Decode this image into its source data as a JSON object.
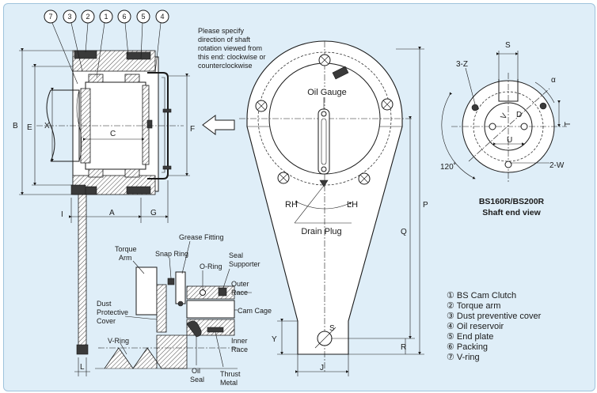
{
  "note": {
    "lines": [
      "Please specify",
      "direction of shaft",
      "rotation viewed from",
      "this end: clockwise or",
      "counterclockwise"
    ]
  },
  "balloons": [
    "7",
    "3",
    "2",
    "1",
    "6",
    "5",
    "4"
  ],
  "dimensions": {
    "left": [
      "B",
      "E",
      "X",
      "C",
      "F",
      "I",
      "A",
      "G",
      "L"
    ],
    "front": [
      "P",
      "Q",
      "R",
      "Y",
      "S",
      "J"
    ],
    "shaft": [
      "S",
      "3-Z",
      "α",
      "V",
      "D",
      "T",
      "U",
      "120˚",
      "2-W"
    ]
  },
  "front_labels": {
    "oil_gauge": "Oil Gauge",
    "rh": "RH",
    "lh": "LH",
    "drain_plug": "Drain Plug"
  },
  "shaft_caption": [
    "BS160R/BS200R",
    "Shaft end view"
  ],
  "detail_labels": {
    "torque_arm": [
      "Torque",
      "Arm"
    ],
    "snap_ring": [
      "Snap Ring"
    ],
    "grease_fitting": [
      "Grease Fitting"
    ],
    "o_ring": [
      "O-Ring"
    ],
    "seal_supporter": [
      "Seal",
      "Supporter"
    ],
    "outer_race": [
      "Outer",
      "Race"
    ],
    "cam_cage": [
      "Cam Cage"
    ],
    "inner_race": [
      "Inner",
      "Race"
    ],
    "dust_cover": [
      "Dust",
      "Protective",
      "Cover"
    ],
    "v_ring": [
      "V-Ring"
    ],
    "oil_seal": [
      "Oil",
      "Seal"
    ],
    "thrust_metal": [
      "Thrust",
      "Metal"
    ]
  },
  "legend": [
    "① BS Cam Clutch",
    "② Torque arm",
    "③ Dust preventive cover",
    "④ Oil reservoir",
    "⑤ End plate",
    "⑥ Packing",
    "⑦ V-ring"
  ],
  "colors": {
    "panel_background": "#dfeef8",
    "panel_border": "#9fc3dc",
    "line": "#1a1a1a"
  }
}
